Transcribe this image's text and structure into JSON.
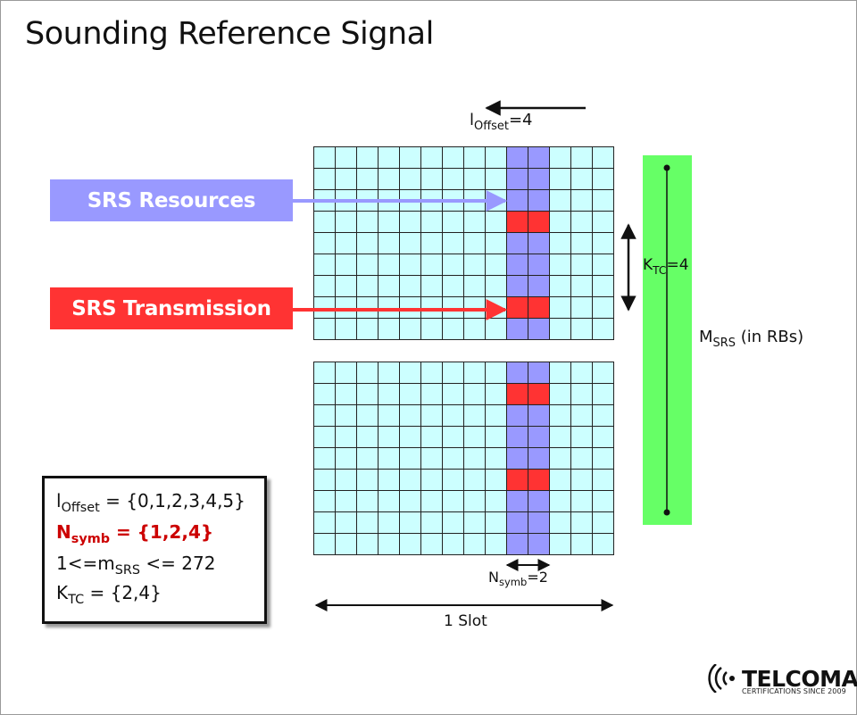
{
  "title": "Sounding Reference Signal",
  "offset_label": {
    "base": "l",
    "sub": "Offset",
    "value": "=4"
  },
  "callouts": [
    {
      "text": "SRS Resources",
      "color": "#9999ff"
    },
    {
      "text": "SRS Transmission",
      "color": "#ff3333"
    }
  ],
  "grid": {
    "columns": 14,
    "rows_per_block": 9,
    "srs_columns": [
      9,
      10
    ],
    "top_transmission_rows": [
      3,
      7
    ],
    "bottom_transmission_rows": [
      1,
      5
    ],
    "colors": {
      "empty": "#ccffff",
      "resource": "#9999ff",
      "transmission": "#ff3333",
      "line": "#222222"
    }
  },
  "ktc_label": {
    "base": "K",
    "sub": "TC",
    "value": "=4"
  },
  "msrs_label": {
    "base": "M",
    "sub": "SRS",
    "suffix": " (in RBs)"
  },
  "green_bar_color": "#66ff66",
  "nsymb_label": {
    "base": "N",
    "sub": "symb",
    "value": "=2"
  },
  "slot_label": "1 Slot",
  "params": [
    {
      "base": "l",
      "sub": "Offset",
      "value": " = {0,1,2,3,4,5}",
      "color": "#111111"
    },
    {
      "base": "N",
      "sub": "symb",
      "value": " = {1,2,4}",
      "color": "#cc0000"
    },
    {
      "base": "1<=m",
      "sub": "SRS",
      "value": " <= 272",
      "color": "#111111"
    },
    {
      "base": "K",
      "sub": "TC",
      "value": " = {2,4}",
      "color": "#111111"
    }
  ],
  "logo": {
    "name": "TELCOMA",
    "tagline": "CERTIFICATIONS SINCE 2009"
  }
}
